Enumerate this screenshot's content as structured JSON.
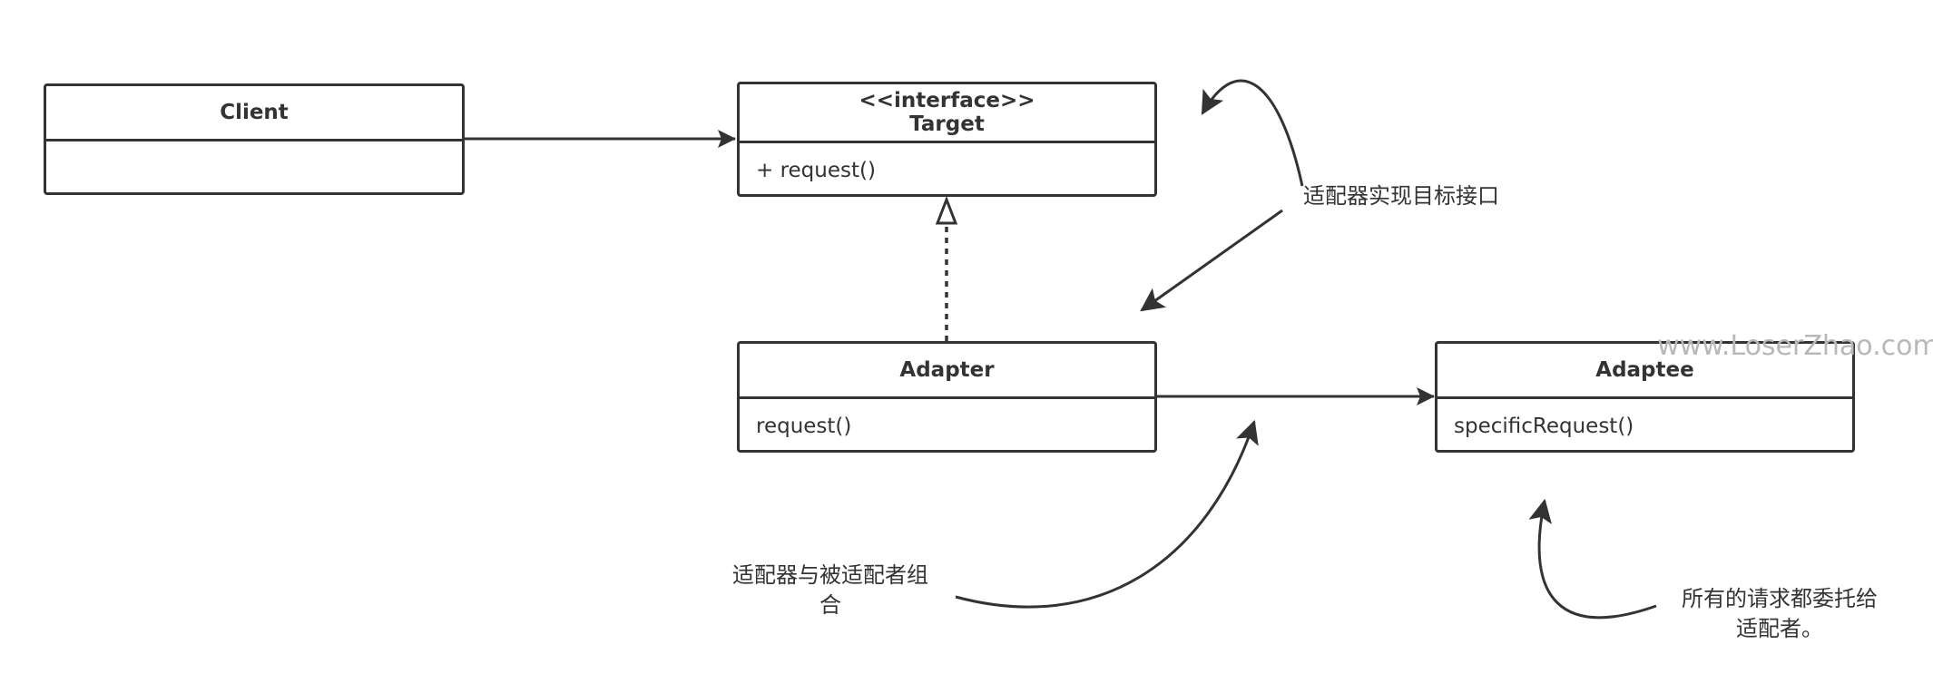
{
  "classes": {
    "client": {
      "name": "Client"
    },
    "target": {
      "stereotype": "<<interface>>",
      "name": "Target",
      "method": "+ request()"
    },
    "adapter": {
      "name": "Adapter",
      "method": "request()"
    },
    "adaptee": {
      "name": "Adaptee",
      "method": "specificRequest()"
    }
  },
  "notes": {
    "implements": "适配器实现目标接口",
    "composes_line1": "适配器与被适配者组",
    "composes_line2": "合",
    "delegates_line1": "所有的请求都委托给",
    "delegates_line2": "适配者。"
  },
  "watermark": "www.LoserZhao.com",
  "colors": {
    "stroke": "#333333",
    "background": "#ffffff",
    "watermark": "#b8b8b8"
  },
  "relations": [
    {
      "from": "Client",
      "to": "Target",
      "kind": "association"
    },
    {
      "from": "Adapter",
      "to": "Target",
      "kind": "realization"
    },
    {
      "from": "Adapter",
      "to": "Adaptee",
      "kind": "association"
    }
  ]
}
